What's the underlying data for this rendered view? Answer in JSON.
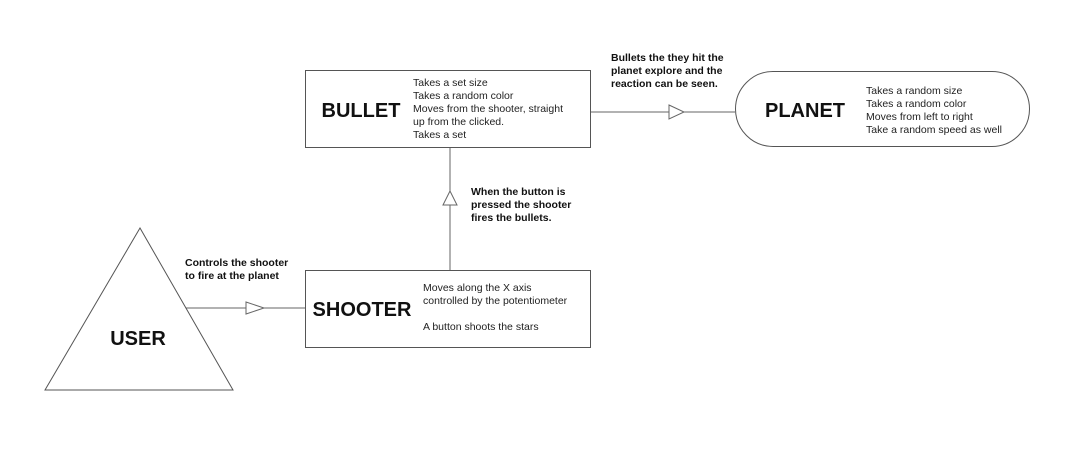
{
  "user": {
    "title": "USER"
  },
  "shooter": {
    "title": "SHOOTER",
    "lines": [
      "Moves along the X axis",
      "controlled by the potentiometer",
      "",
      "A button shoots the stars"
    ]
  },
  "bullet": {
    "title": "BULLET",
    "lines": [
      "Takes a set size",
      "Takes a random color",
      "Moves from the shooter, straight",
      "up from the clicked.",
      "Takes a set"
    ]
  },
  "planet": {
    "title": "PLANET",
    "lines": [
      "Takes a random size",
      "Takes a random color",
      "Moves from left to right",
      "Take a random speed as well"
    ]
  },
  "connectors": {
    "user_to_shooter": [
      "Controls the shooter",
      "to fire at the planet"
    ],
    "shooter_to_bullet": [
      "When the button is",
      "pressed the shooter",
      "fires the bullets."
    ],
    "bullet_to_planet": [
      "Bullets the they hit the",
      "planet explore and the",
      "reaction can be seen."
    ]
  }
}
